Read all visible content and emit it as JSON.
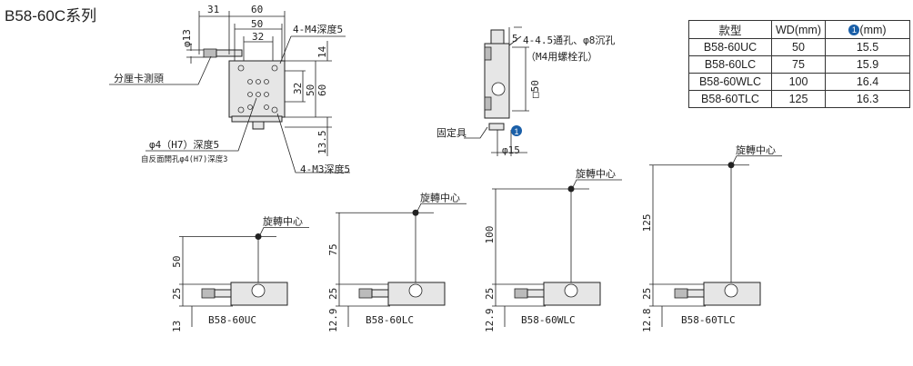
{
  "title": "B58-60C系列",
  "top_view": {
    "dims": {
      "d31": "31",
      "d60": "60",
      "d50": "50",
      "d32": "32",
      "phi13": "φ13",
      "d14": "14",
      "v32": "32",
      "v50": "50",
      "v60": "60",
      "d13_5": "13.5"
    },
    "labels": {
      "micrometer": "分厘卡測頭",
      "m4": "4-M4深度5",
      "m3": "4-M3深度5",
      "hole": "φ4（H7）深度5",
      "hole_back": "自反面開孔φ4(H7)深度3"
    }
  },
  "side_view": {
    "d5": "5",
    "through_hole": "4-4.5通孔、φ8沉孔",
    "bolt": "（M4用螺栓孔）",
    "sq50": "□50",
    "fixture": "固定具",
    "badge": "1",
    "phi15": "φ15"
  },
  "table": {
    "headers": [
      "款型",
      "WD(mm)",
      "(mm)"
    ],
    "header_badge": "1",
    "rows": [
      [
        "B58-60UC",
        "50",
        "15.5"
      ],
      [
        "B58-60LC",
        "75",
        "15.9"
      ],
      [
        "B58-60WLC",
        "100",
        "16.4"
      ],
      [
        "B58-60TLC",
        "125",
        "16.3"
      ]
    ]
  },
  "views": [
    {
      "model": "B58-60UC",
      "wd": "50",
      "h25": "25",
      "bottom": "13",
      "center_label": "旋轉中心"
    },
    {
      "model": "B58-60LC",
      "wd": "75",
      "h25": "25",
      "bottom": "12.9",
      "center_label": "旋轉中心"
    },
    {
      "model": "B58-60WLC",
      "wd": "100",
      "h25": "25",
      "bottom": "12.9",
      "center_label": "旋轉中心"
    },
    {
      "model": "B58-60TLC",
      "wd": "125",
      "h25": "25",
      "bottom": "12.8",
      "center_label": "旋轉中心"
    }
  ]
}
